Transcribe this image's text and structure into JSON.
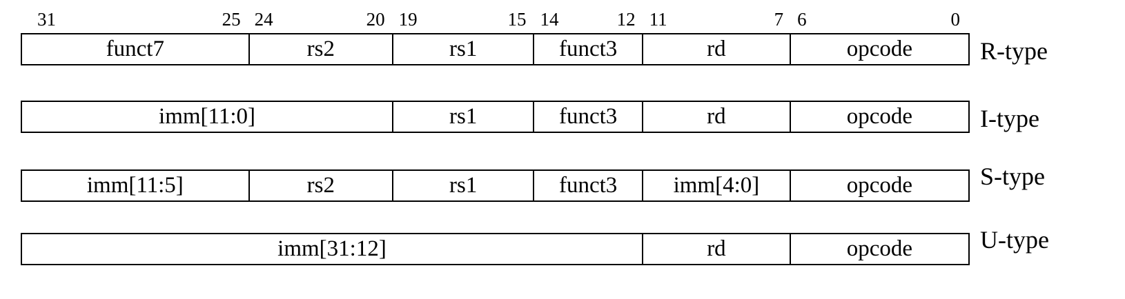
{
  "bit_ruler": [
    {
      "high": "31",
      "low": "25"
    },
    {
      "high": "24",
      "low": "20"
    },
    {
      "high": "19",
      "low": "15"
    },
    {
      "high": "14",
      "low": "12"
    },
    {
      "high": "11",
      "low": "7"
    },
    {
      "high": "6",
      "low": "0"
    }
  ],
  "formats": [
    {
      "label": "R-type",
      "fields": [
        "funct7",
        "rs2",
        "rs1",
        "funct3",
        "rd",
        "opcode"
      ]
    },
    {
      "label": "I-type",
      "fields": [
        "imm[11:0]",
        "rs1",
        "funct3",
        "rd",
        "opcode"
      ]
    },
    {
      "label": "S-type",
      "fields": [
        "imm[11:5]",
        "rs2",
        "rs1",
        "funct3",
        "imm[4:0]",
        "opcode"
      ]
    },
    {
      "label": "U-type",
      "fields": [
        "imm[31:12]",
        "rd",
        "opcode"
      ]
    }
  ]
}
